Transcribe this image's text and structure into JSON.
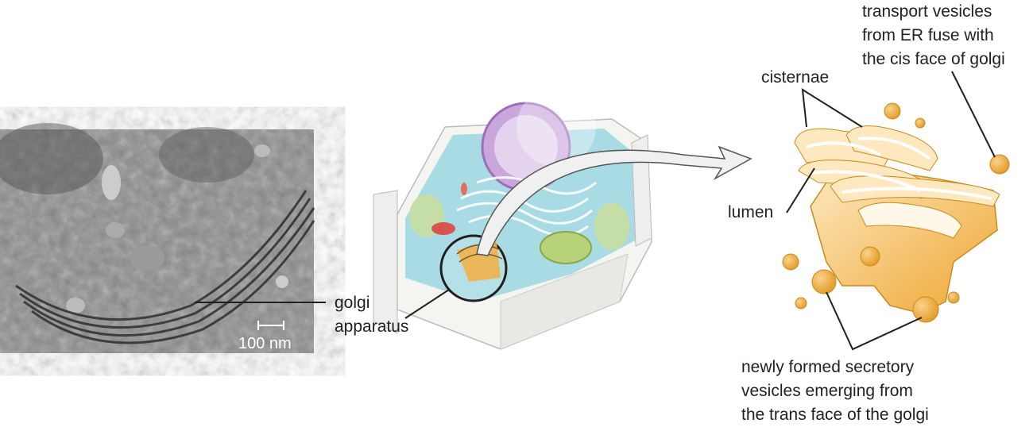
{
  "micrograph": {
    "scale_label": "100 nm"
  },
  "labels": {
    "golgi_line1": "golgi",
    "golgi_line2": "apparatus",
    "transport_line1": "transport vesicles",
    "transport_line2": "from ER fuse with",
    "transport_line3": "the cis face of golgi",
    "cisternae": "cisternae",
    "lumen": "lumen",
    "secretory_line1": "newly formed secretory",
    "secretory_line2": "vesicles emerging from",
    "secretory_line3": "the trans face of the golgi"
  },
  "colors": {
    "golgi": "#f0b24a",
    "golgi_light": "#fbe3b4",
    "cytoplasm": "#8fd3e0",
    "nucleus": "#c9a6dc"
  }
}
